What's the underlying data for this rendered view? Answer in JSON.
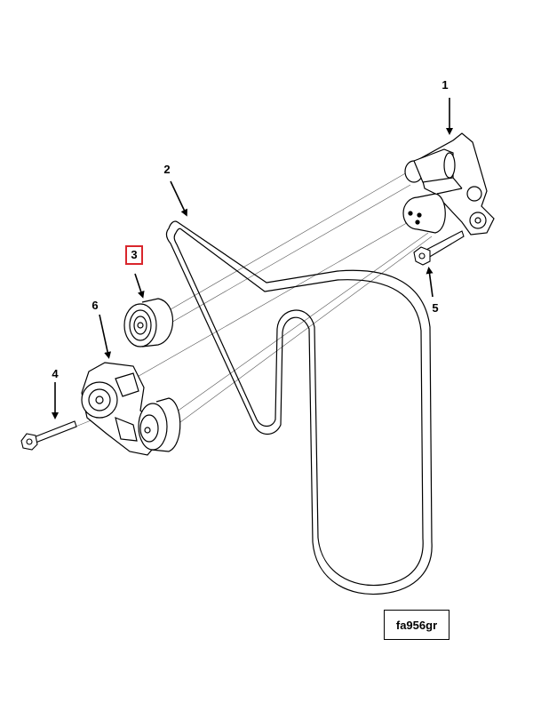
{
  "callouts": {
    "c1": "1",
    "c2": "2",
    "c3": "3",
    "c4": "4",
    "c5": "5",
    "c6": "6"
  },
  "highlight_color": "#d9262c",
  "figure_id": "fa956gr"
}
